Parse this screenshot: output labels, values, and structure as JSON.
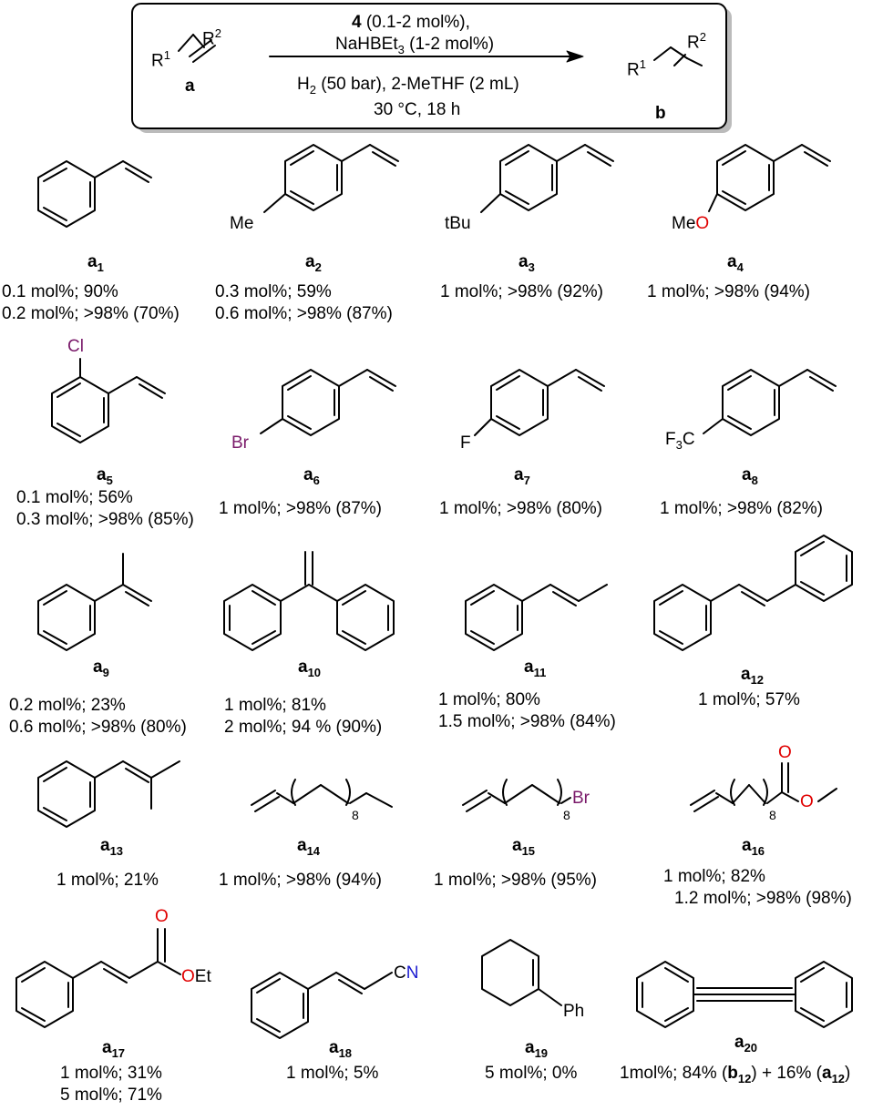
{
  "scheme": {
    "reactant_label": "a",
    "product_label": "b",
    "cat_num": "4",
    "cond_line1_rest": " (0.1-2 mol%),",
    "cond_line2_a": "NaHBEt",
    "cond_line2_sub": "3",
    "cond_line2_b": " (1-2 mol%)",
    "cond_line3_a": "H",
    "cond_line3_sub": "2",
    "cond_line3_b": " (50 bar), 2-MeTHF (2 mL)",
    "cond_line4": "30 °C, 18 h",
    "r1": "R",
    "r1_sup": "1",
    "r2": "R",
    "r2_sup": "2"
  },
  "substituents": {
    "me": "Me",
    "tbu": "tBu",
    "meo_a": "Me",
    "meo_o": "O",
    "cl": "Cl",
    "br": "Br",
    "f": "F",
    "cf3_a": "F",
    "cf3_sub": "3",
    "cf3_b": "C",
    "n8": "8",
    "br15": "Br",
    "o16": "O",
    "o16b": "O",
    "o17": "O",
    "oet_o": "O",
    "oet_et": "Et",
    "cn_c": "C",
    "cn_n": "N",
    "ph": "Ph"
  },
  "compounds": [
    {
      "id": "a1",
      "num": "1",
      "lines": [
        "0.1 mol%; 90%",
        "0.2 mol%;  >98% (70%)"
      ]
    },
    {
      "id": "a2",
      "num": "2",
      "lines": [
        "0.3 mol%; 59%",
        "0.6 mol%; >98% (87%)"
      ]
    },
    {
      "id": "a3",
      "num": "3",
      "lines": [
        "1 mol%; >98% (92%)"
      ]
    },
    {
      "id": "a4",
      "num": "4",
      "lines": [
        "1 mol%; >98% (94%)"
      ]
    },
    {
      "id": "a5",
      "num": "5",
      "lines": [
        "0.1 mol%; 56%",
        "0.3 mol%;  >98% (85%)"
      ]
    },
    {
      "id": "a6",
      "num": "6",
      "lines": [
        "1 mol%; >98% (87%)"
      ]
    },
    {
      "id": "a7",
      "num": "7",
      "lines": [
        "1 mol%;  >98% (80%)"
      ]
    },
    {
      "id": "a8",
      "num": "8",
      "lines": [
        "1 mol%;  >98% (82%)"
      ]
    },
    {
      "id": "a9",
      "num": "9",
      "lines": [
        "0.2 mol%; 23%",
        "0.6 mol%; >98% (80%)"
      ]
    },
    {
      "id": "a10",
      "num": "10",
      "lines": [
        "1 mol%; 81%",
        "2 mol%; 94 % (90%)"
      ]
    },
    {
      "id": "a11",
      "num": "11",
      "lines": [
        "1 mol%; 80%",
        "1.5 mol%; >98% (84%)"
      ]
    },
    {
      "id": "a12",
      "num": "12",
      "lines": [
        "1 mol%; 57%"
      ]
    },
    {
      "id": "a13",
      "num": "13",
      "lines": [
        "1 mol%; 21%"
      ]
    },
    {
      "id": "a14",
      "num": "14",
      "lines": [
        "1 mol%; >98% (94%)"
      ]
    },
    {
      "id": "a15",
      "num": "15",
      "lines": [
        "1 mol%; >98% (95%)"
      ]
    },
    {
      "id": "a16",
      "num": "16",
      "lines": [
        "1 mol%; 82%",
        "1.2 mol%; >98% (98%)"
      ]
    },
    {
      "id": "a17",
      "num": "17",
      "lines": [
        "1 mol%; 31%",
        "5 mol%; 71%"
      ]
    },
    {
      "id": "a18",
      "num": "18",
      "lines": [
        "1 mol%; 5%"
      ]
    },
    {
      "id": "a19",
      "num": "19",
      "lines": [
        "5 mol%; 0%"
      ]
    },
    {
      "id": "a20",
      "num": "20",
      "lines": [
        ""
      ]
    }
  ],
  "a20_result": {
    "p1": "1mol%; 84% (",
    "b": "b",
    "b_sub": "12",
    "p2": ") + 16% (",
    "a": "a",
    "a_sub": "12",
    "p3": ")"
  },
  "colors": {
    "oxygen": "#e00000",
    "nitrogen": "#1a1ad0",
    "halogen": "#7a1a6a",
    "box": "#000000"
  }
}
